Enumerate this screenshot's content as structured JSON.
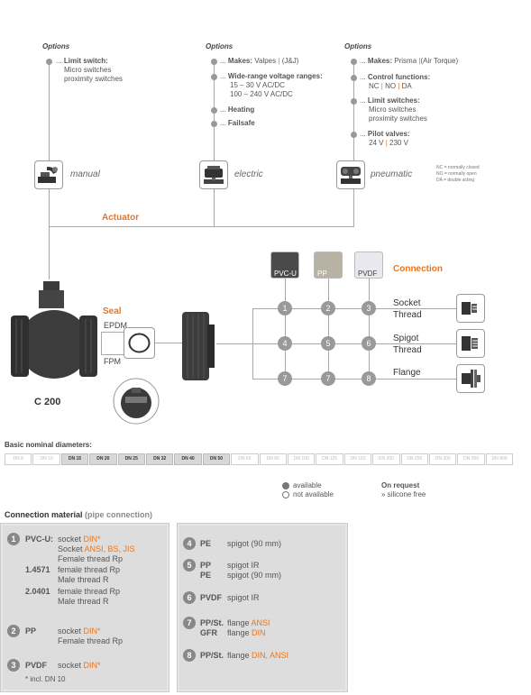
{
  "options": [
    {
      "heading": "Options",
      "items": [
        {
          "label": "Limit switch:",
          "details": [
            "Micro switches",
            "proximity switches"
          ]
        }
      ]
    },
    {
      "heading": "Options",
      "items": [
        {
          "label": "Makes:",
          "value": "Valpes",
          "sep": "|",
          "extra": "(J&J)"
        },
        {
          "label": "Wide-range voltage ranges:",
          "details": [
            "15 – 30 V      AC/DC",
            "100 – 240 V   AC/DC"
          ]
        },
        {
          "label": "Heating"
        },
        {
          "label": "Failsafe"
        }
      ]
    },
    {
      "heading": "Options",
      "items": [
        {
          "label": "Makes:",
          "value": "Prisma",
          "sep": "|",
          "extra": "(Air Torque)"
        },
        {
          "label": "Control functions:",
          "parts": [
            "NC",
            "NO",
            "DA"
          ]
        },
        {
          "label": "Limit switches:",
          "details": [
            "Micro switches",
            "proximity switches"
          ]
        },
        {
          "label": "Pilot valves:",
          "parts": [
            "24 V",
            "230 V"
          ]
        }
      ]
    }
  ],
  "prefix": "...",
  "actuators": [
    {
      "label": "manual",
      "icon": "hand-lever-icon"
    },
    {
      "label": "electric",
      "icon": "electric-actuator-icon"
    },
    {
      "label": "pneumatic",
      "icon": "pneumatic-actuator-icon"
    }
  ],
  "legend_codes": [
    "NC = normally closed",
    "NO = normally open",
    "DA = double acting"
  ],
  "actuator_label": "Actuator",
  "seal": {
    "title": "Seal",
    "materials": [
      "EPDM",
      "FPM"
    ]
  },
  "valve_name": "C 200",
  "connection": {
    "title": "Connection",
    "materials": [
      {
        "label": "PVC-U",
        "color": "#4a4a4a"
      },
      {
        "label": "PP",
        "color": "#b8b2a4"
      },
      {
        "label": "PVDF",
        "color": "#e8e8ee"
      }
    ],
    "rows": [
      {
        "nums": [
          "1",
          "2",
          "3"
        ],
        "label_lines": [
          "Socket",
          "Thread"
        ]
      },
      {
        "nums": [
          "4",
          "5",
          "6"
        ],
        "label_lines": [
          "Spigot",
          "Thread"
        ]
      },
      {
        "nums": [
          "7",
          "",
          "8"
        ],
        "label_lines": [
          "Flange"
        ]
      }
    ]
  },
  "diameters": {
    "title": "Basic nominal diameters:",
    "cells": [
      {
        "label": "DN 8",
        "on": false
      },
      {
        "label": "DN 10",
        "on": false
      },
      {
        "label": "DN 15",
        "on": true
      },
      {
        "label": "DN 20",
        "on": true
      },
      {
        "label": "DN 25",
        "on": true
      },
      {
        "label": "DN 32",
        "on": true
      },
      {
        "label": "DN 40",
        "on": true
      },
      {
        "label": "DN 50",
        "on": true
      },
      {
        "label": "DN 65",
        "on": false
      },
      {
        "label": "DN 80",
        "on": false
      },
      {
        "label": "DN 100",
        "on": false
      },
      {
        "label": "DN 125",
        "on": false
      },
      {
        "label": "DN 150",
        "on": false
      },
      {
        "label": "DN 200",
        "on": false
      },
      {
        "label": "DN 250",
        "on": false
      },
      {
        "label": "DN 300",
        "on": false
      },
      {
        "label": "DN 350",
        "on": false
      },
      {
        "label": "DN 400",
        "on": false
      }
    ]
  },
  "availability": {
    "available": "available",
    "not_available": "not available",
    "on_request": "On request",
    "silicone": "» silicone free"
  },
  "conn_material": {
    "title": "Connection material",
    "subtitle": "(pipe connection)",
    "left": [
      {
        "num": "1",
        "lines": [
          {
            "mat": "PVC-U:",
            "desc": "socket",
            "std": "DIN*"
          },
          {
            "mat": "",
            "desc": "Socket",
            "std": "ANSI, BS, JIS"
          },
          {
            "mat": "",
            "desc": "Female thread Rp",
            "std": ""
          },
          {
            "mat": "1.4571",
            "desc": "female thread Rp",
            "std": ""
          },
          {
            "mat": "",
            "desc": "Male thread R",
            "std": ""
          },
          {
            "mat": "2.0401",
            "desc": "female thread Rp",
            "std": ""
          },
          {
            "mat": "",
            "desc": "Male thread R",
            "std": ""
          }
        ]
      },
      {
        "num": "2",
        "lines": [
          {
            "mat": "PP",
            "desc": "socket",
            "std": "DIN*"
          },
          {
            "mat": "",
            "desc": "Female thread Rp",
            "std": ""
          }
        ]
      },
      {
        "num": "3",
        "lines": [
          {
            "mat": "PVDF",
            "desc": "socket",
            "std": "DIN*"
          }
        ]
      }
    ],
    "footnote": "* incl. DN 10",
    "right": [
      {
        "num": "4",
        "lines": [
          {
            "mat": "PE",
            "desc": "spigot (90 mm)",
            "std": ""
          }
        ]
      },
      {
        "num": "5",
        "lines": [
          {
            "mat": "PP",
            "desc": "spigot IR",
            "std": ""
          },
          {
            "mat": "PE",
            "desc": "spigot (90 mm)",
            "std": ""
          }
        ]
      },
      {
        "num": "6",
        "lines": [
          {
            "mat": "PVDF",
            "desc": "spigot IR",
            "std": ""
          }
        ]
      },
      {
        "num": "7",
        "lines": [
          {
            "mat": "PP/St.",
            "desc": "flange",
            "std": "ANSI"
          },
          {
            "mat": "GFR",
            "desc": "flange",
            "std": "DIN"
          }
        ]
      },
      {
        "num": "8",
        "lines": [
          {
            "mat": "PP/St.",
            "desc": "flange",
            "std": "DIN, ANSI"
          }
        ]
      }
    ]
  },
  "accent": "#e87722"
}
